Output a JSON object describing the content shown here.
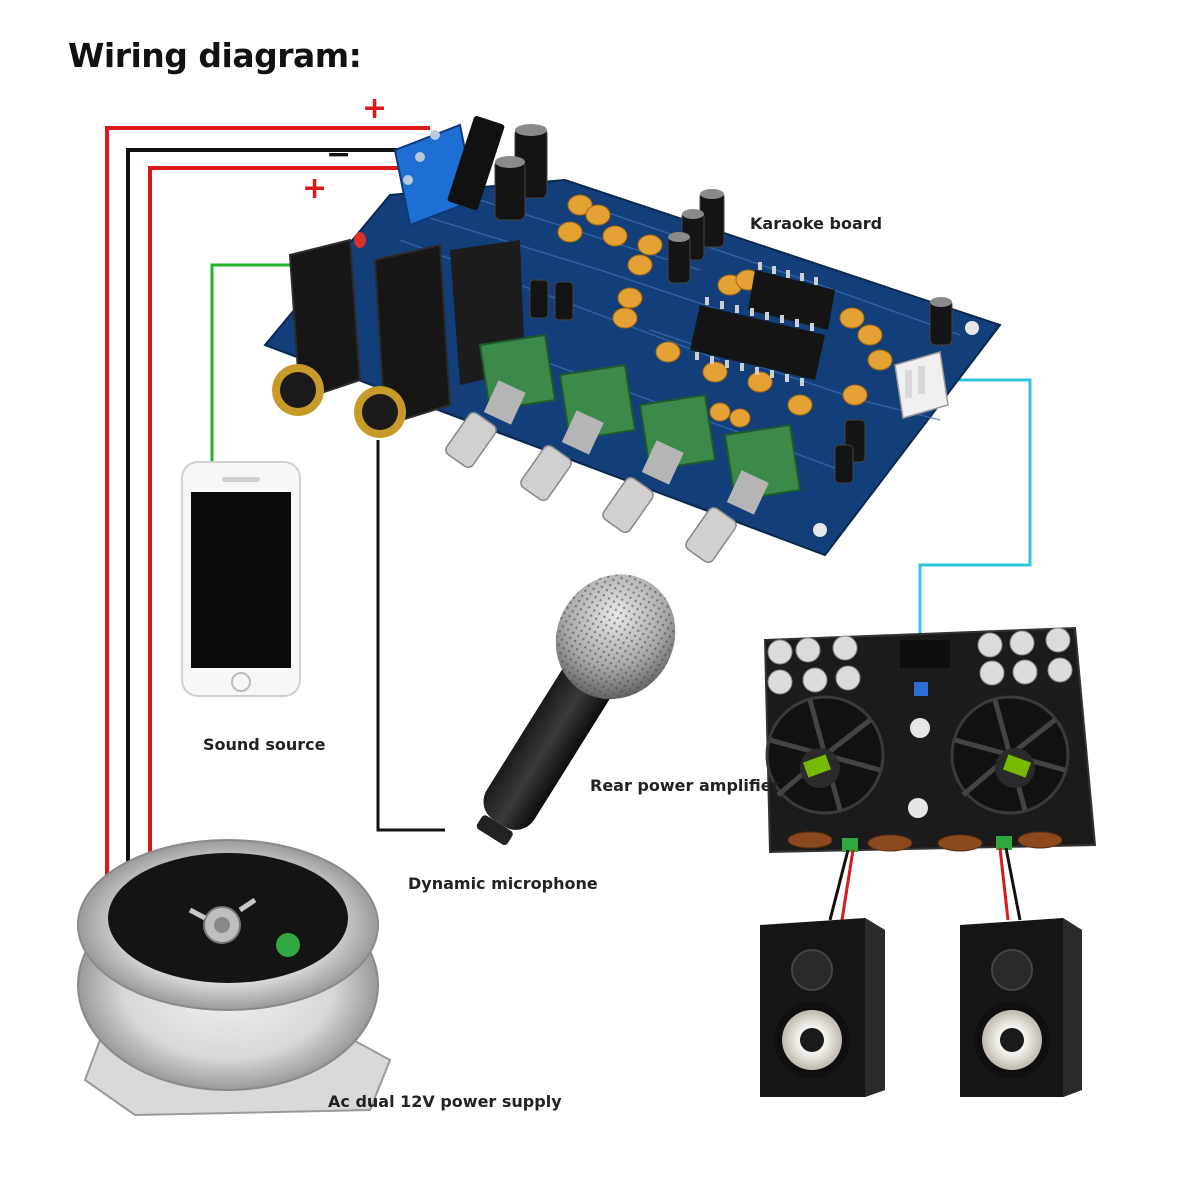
{
  "title": "Wiring diagram:",
  "labels": {
    "karaoke_board": "Karaoke board",
    "sound_source": "Sound source",
    "rear_amplifier": "Rear power amplifier",
    "microphone": "Dynamic microphone",
    "power_supply": "Ac dual 12V power supply"
  },
  "terminals": {
    "plus_top": "+",
    "minus": "−",
    "plus_bottom": "+"
  },
  "colors": {
    "wire_red": "#d81a1a",
    "wire_black": "#111111",
    "wire_green": "#22b12a",
    "wire_cyan": "#2fc6dc",
    "pcb_blue": "#123e7a",
    "plus_sign": "#d81a1a",
    "minus_sign": "#111111"
  }
}
